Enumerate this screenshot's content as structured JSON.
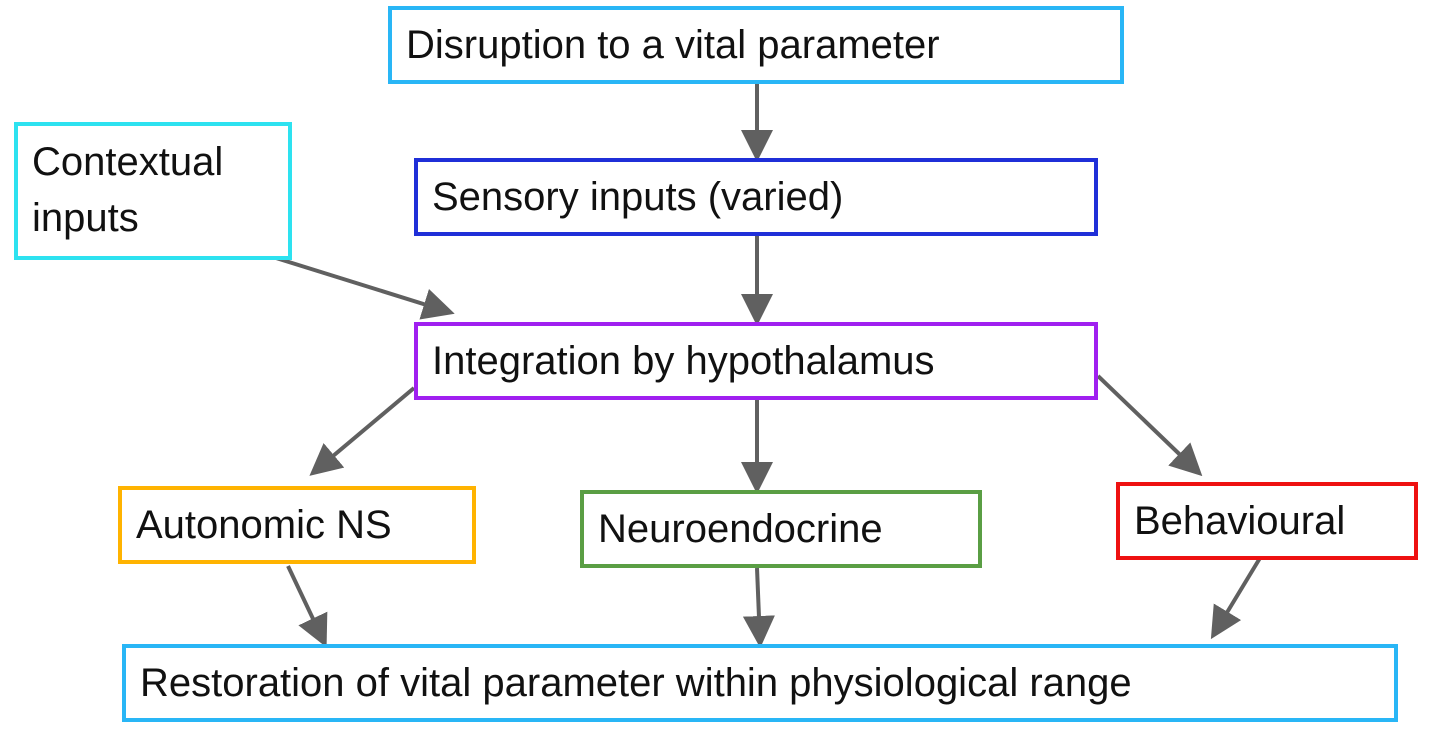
{
  "diagram": {
    "nodes": {
      "disruption": {
        "label": "Disruption to a vital parameter",
        "color": "#29b6f6"
      },
      "sensory": {
        "label": "Sensory inputs (varied)",
        "color": "#1f2fd8"
      },
      "contextual": {
        "label": "Contextual inputs",
        "color": "#2de2f0"
      },
      "integration": {
        "label": "Integration by hypothalamus",
        "color": "#a020f0"
      },
      "autonomic": {
        "label": "Autonomic NS",
        "color": "#ffb300"
      },
      "neuroendocrine": {
        "label": "Neuroendocrine",
        "color": "#5a9e44"
      },
      "behavioural": {
        "label": "Behavioural",
        "color": "#ee1111"
      },
      "restoration": {
        "label": "Restoration of vital parameter within physiological range",
        "color": "#29b6f6"
      }
    },
    "edges": [
      {
        "from": "disruption",
        "to": "sensory"
      },
      {
        "from": "sensory",
        "to": "integration"
      },
      {
        "from": "contextual",
        "to": "integration"
      },
      {
        "from": "integration",
        "to": "autonomic"
      },
      {
        "from": "integration",
        "to": "neuroendocrine"
      },
      {
        "from": "integration",
        "to": "behavioural"
      },
      {
        "from": "autonomic",
        "to": "restoration"
      },
      {
        "from": "neuroendocrine",
        "to": "restoration"
      },
      {
        "from": "behavioural",
        "to": "restoration"
      }
    ],
    "arrow_color": "#606060"
  }
}
